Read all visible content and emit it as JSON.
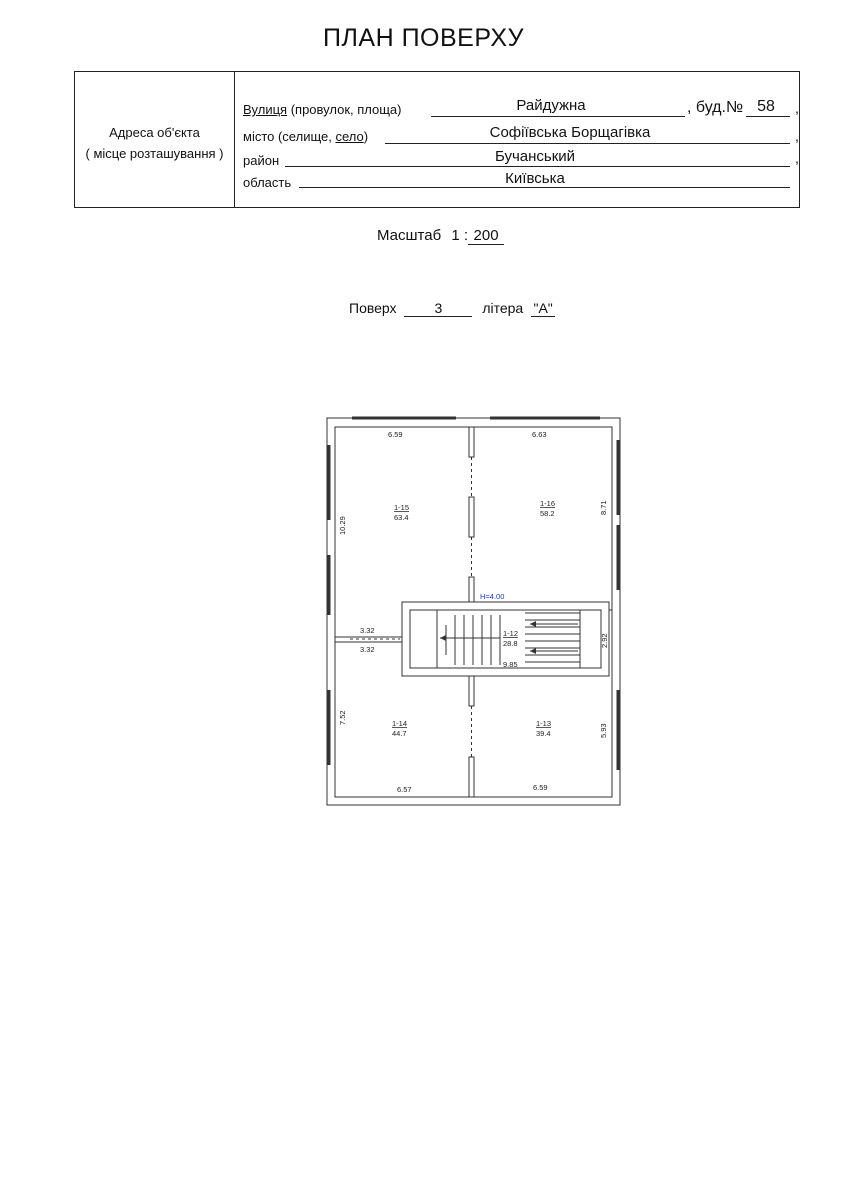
{
  "title": "ПЛАН ПОВЕРХУ",
  "address": {
    "label_line1": "Адреса об'єкта",
    "label_line2": "( місце розташування )",
    "street_label": "Вулиця",
    "street_label_rest": "(провулок, площа)",
    "street_value": "Райдужна",
    "building_label": ", буд.№",
    "building_value": "58",
    "city_label_start": "місто (селище,",
    "city_label_underlined": "село",
    "city_label_end": ")",
    "city_value": "Софіївська Борщагівка",
    "district_label": "район",
    "district_value": "Бучанський",
    "region_label": "область",
    "region_value": "Київська",
    "comma": ","
  },
  "scale": {
    "label": "Масштаб",
    "prefix": "1 :",
    "value": "200"
  },
  "floor": {
    "label": "Поверх",
    "value": "3",
    "letter_label": "літера",
    "letter_value": "\"А\""
  },
  "plan": {
    "height_label": "H=4.00",
    "rooms": [
      {
        "id": "1-15",
        "area": "63.4"
      },
      {
        "id": "1-16",
        "area": "58.2"
      },
      {
        "id": "1-12",
        "area": "28.8"
      },
      {
        "id": "1-14",
        "area": "44.7"
      },
      {
        "id": "1-13",
        "area": "39.4"
      }
    ],
    "dimensions": {
      "top_left": "6.59",
      "top_right": "6.63",
      "left_upper": "10.29",
      "right_upper": "8.71",
      "corridor_upper": "3.32",
      "corridor_lower": "3.32",
      "stair_right": "2.92",
      "stair_bottom": "9.85",
      "left_lower": "7.52",
      "right_lower": "5.93",
      "bottom_left": "6.57",
      "bottom_right": "6.59"
    }
  }
}
